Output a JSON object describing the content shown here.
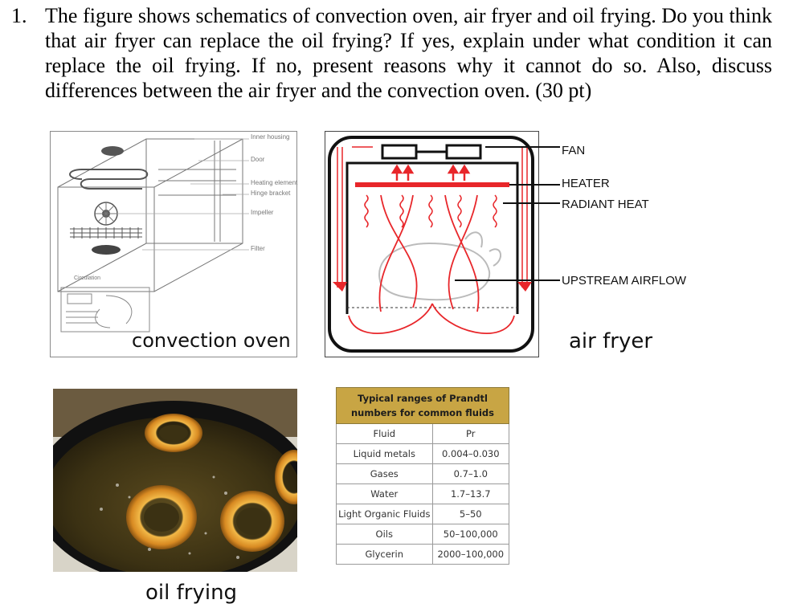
{
  "question": {
    "number": "1.",
    "text": "The figure shows schematics of convection oven, air fryer and oil frying. Do you think that air fryer can replace the oil frying? If yes, explain under what condition it can replace the oil frying. If no, present reasons why it cannot do so. Also, discuss differences between the air fryer and the convection oven. (30 pt)"
  },
  "convection_oven": {
    "caption": "convection oven",
    "labels": [
      "Inner housing",
      "Door",
      "Heating element",
      "Hinge bracket",
      "Impeller",
      "Filter",
      "Circulation"
    ]
  },
  "air_fryer": {
    "caption": "air fryer",
    "labels": {
      "fan": "FAN",
      "heater": "HEATER",
      "radiant_heat": "RADIANT HEAT",
      "upstream_airflow": "UPSTREAM AIRFLOW"
    }
  },
  "oil_frying": {
    "caption": "oil frying"
  },
  "prandtl_table": {
    "title": "Typical ranges of Prandtl numbers for common fluids",
    "headers": [
      "Fluid",
      "Pr"
    ],
    "rows": [
      [
        "Liquid metals",
        "0.004–0.030"
      ],
      [
        "Gases",
        "0.7–1.0"
      ],
      [
        "Water",
        "1.7–13.7"
      ],
      [
        "Light Organic Fluids",
        "5–50"
      ],
      [
        "Oils",
        "50–100,000"
      ],
      [
        "Glycerin",
        "2000–100,000"
      ]
    ]
  },
  "colors": {
    "airflow_red": "#e8262a",
    "table_header": "#c8a544"
  }
}
